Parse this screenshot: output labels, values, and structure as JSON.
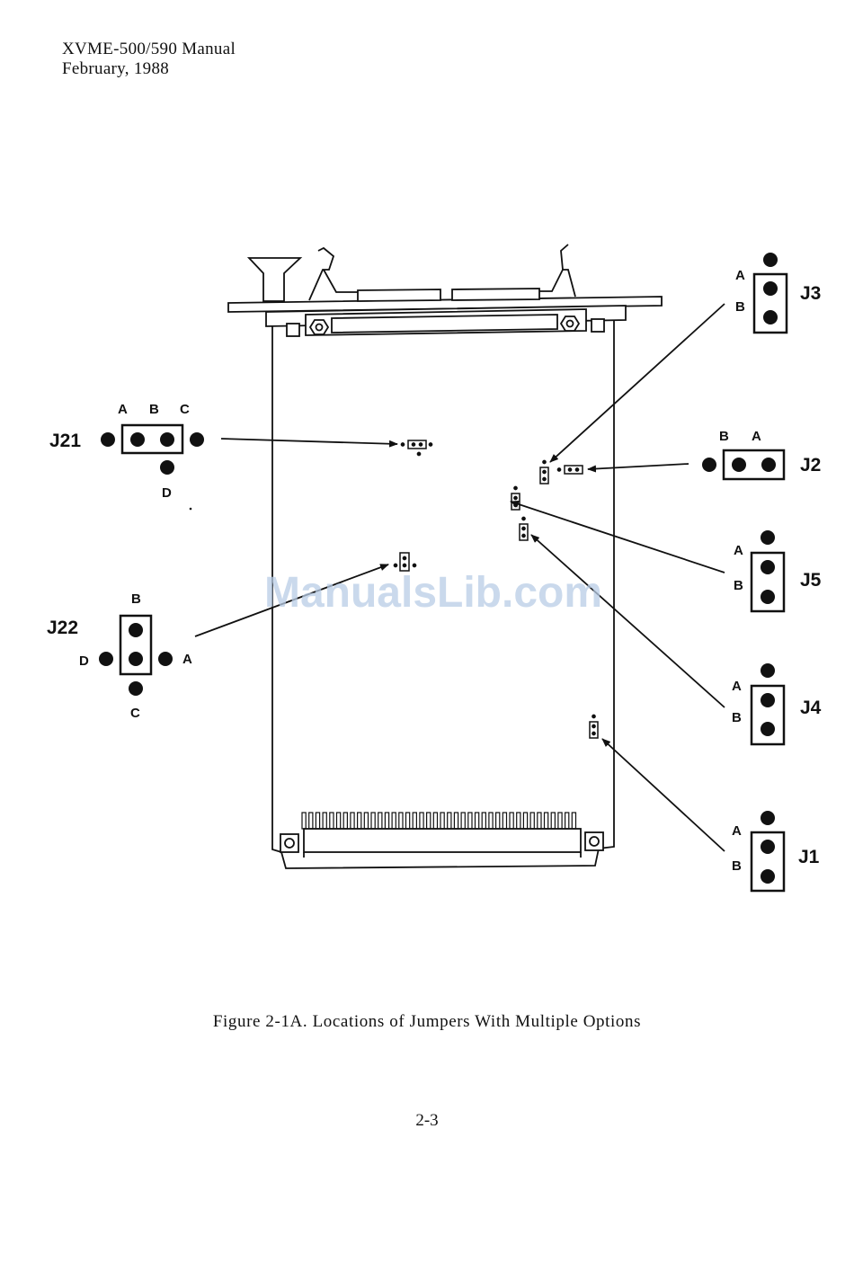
{
  "header": {
    "line1": "XVME-500/590 Manual",
    "line2": "February, 1988"
  },
  "caption": "Figure 2-1A.  Locations of Jumpers With Multiple Options",
  "page_number": "2-3",
  "watermark": "ManualsLib.com",
  "jumpers": {
    "J21": {
      "name": "J21",
      "pins": [
        "A",
        "B",
        "C",
        "D"
      ]
    },
    "J22": {
      "name": "J22",
      "pins": [
        "B",
        "D",
        "A",
        "C"
      ]
    },
    "J3": {
      "name": "J3",
      "pins": [
        "A",
        "B"
      ]
    },
    "J2": {
      "name": "J2",
      "pins": [
        "B",
        "A"
      ]
    },
    "J5": {
      "name": "J5",
      "pins": [
        "A",
        "B"
      ]
    },
    "J4": {
      "name": "J4",
      "pins": [
        "A",
        "B"
      ]
    },
    "J1": {
      "name": "J1",
      "pins": [
        "A",
        "B"
      ]
    }
  }
}
